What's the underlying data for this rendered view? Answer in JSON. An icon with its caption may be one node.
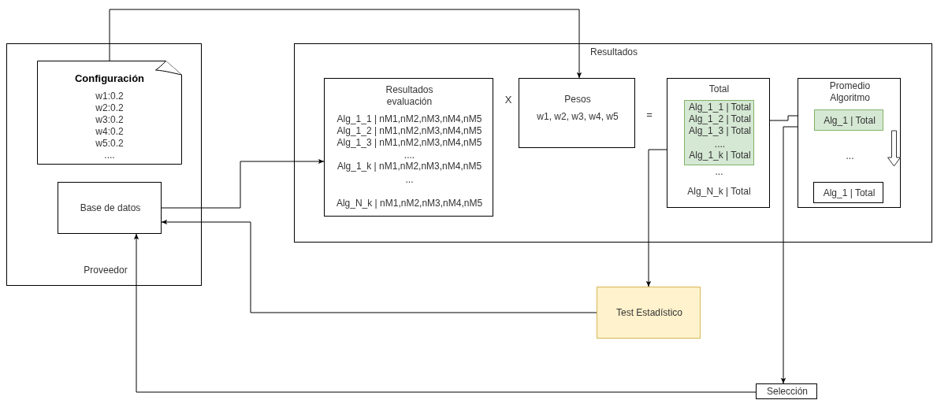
{
  "diagram": {
    "nodes": [
      {
        "text": [
          "Proveedor"
        ]
      },
      {
        "text": [
          "Configuración",
          "w1:0.2 w2:0.2 w3:0.2 w4:0.2 w5:0.2 ...."
        ],
        "in": 0
      },
      {
        "text": [
          "Base de datos"
        ],
        "in": 0
      },
      {
        "text": [
          "Resultados"
        ]
      },
      {
        "text": [
          "Resultados evaluación",
          "Alg_1_1 | nM1,nM2,nM3,nM4,nM5",
          "Alg_1_2 | nM1,nM2,nM3,nM4,nM5",
          "Alg_1_3 | nM1,nM2,nM3,nM4,nM5",
          "....",
          "Alg_1_k | nM1,nM2,nM3,nM4,nM5",
          "...",
          "Alg_N_k | nM1,nM2,nM3,nM4,nM5"
        ],
        "in": 3
      },
      {
        "text": [
          "Pesos",
          "w1, w2, w3, w4, w5"
        ],
        "in": 3
      },
      {
        "text": [
          "Total",
          "...",
          "Alg_N_k | Total"
        ],
        "in": 3
      },
      {
        "text": [
          "Alg_1_1 | Total",
          "Alg_1_2 | Total",
          "Alg_1_3 | Total",
          "....",
          "Alg_1_k | Total"
        ],
        "in": 6
      },
      {
        "text": [
          "Promedio Algoritmo",
          "..."
        ],
        "in": 3
      },
      {
        "text": [
          "Alg_1 | Total"
        ],
        "in": 8
      },
      {
        "text": [
          "Alg_1 | Total"
        ],
        "in": 8
      },
      {
        "text": [
          "Test Estadístico"
        ]
      },
      {
        "text": [
          "Selección"
        ]
      }
    ],
    "edges": [
      {
        "from": 1,
        "to": 5,
        "arrow": "to"
      },
      {
        "from": 2,
        "to": 4,
        "arrow": "to"
      },
      {
        "from": 7,
        "to": 9,
        "arrow": "to"
      },
      {
        "from": 7,
        "to": 11,
        "arrow": "to"
      },
      {
        "from": 11,
        "to": 2,
        "arrow": "to"
      },
      {
        "from": 9,
        "to": 12,
        "arrow": "to"
      },
      {
        "from": 12,
        "to": 2,
        "arrow": "to"
      },
      {
        "from": 9,
        "to": 10,
        "arrow": "to",
        "style": "thick"
      }
    ],
    "labels": [
      "X",
      "="
    ]
  }
}
